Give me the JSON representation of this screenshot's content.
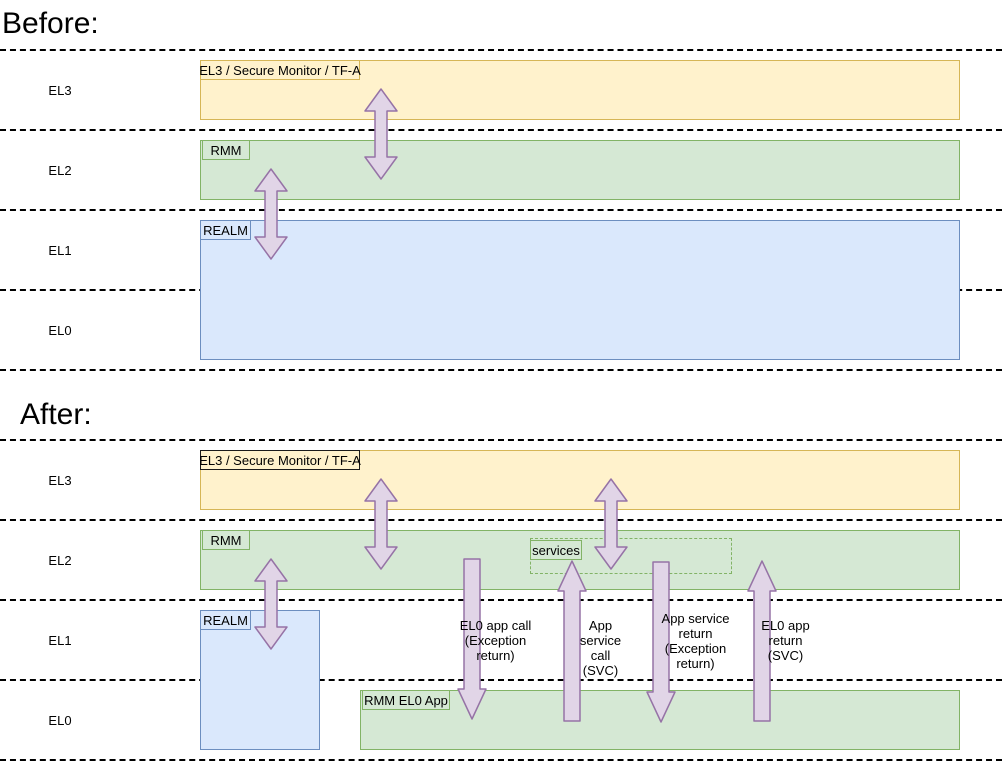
{
  "diagram": {
    "type": "layered-architecture",
    "title_before": "Before:",
    "title_after": "After:",
    "exception_levels": [
      "EL3",
      "EL2",
      "EL1",
      "EL0"
    ],
    "colors": {
      "el3_fill": "#fff2cc",
      "el3_stroke": "#d6b656",
      "el2_fill": "#d5e8d4",
      "el2_stroke": "#82b366",
      "el1_fill": "#dae8fc",
      "el1_stroke": "#6c8ebf",
      "arrow_fill": "#e1d5e7",
      "arrow_stroke": "#9673a6",
      "separator": "#000000"
    }
  },
  "before": {
    "title": "Before:",
    "levels": [
      {
        "name": "EL3",
        "label": "EL3"
      },
      {
        "name": "EL2",
        "label": "EL2"
      },
      {
        "name": "EL1",
        "label": "EL1"
      },
      {
        "name": "EL0",
        "label": "EL0"
      }
    ],
    "boxes": [
      {
        "id": "el3-box",
        "tag": "EL3 / Secure Monitor / TF-A",
        "color": "yellow"
      },
      {
        "id": "rmm-box",
        "tag": "RMM",
        "color": "green"
      },
      {
        "id": "realm-box",
        "tag": "REALM",
        "color": "blue"
      }
    ],
    "arrows": [
      {
        "id": "el3-el2-arrow",
        "direction": "double-vertical",
        "label": ""
      },
      {
        "id": "el2-el1-arrow",
        "direction": "double-vertical",
        "label": ""
      }
    ]
  },
  "after": {
    "title": "After:",
    "levels": [
      {
        "name": "EL3",
        "label": "EL3"
      },
      {
        "name": "EL2",
        "label": "EL2"
      },
      {
        "name": "EL1",
        "label": "EL1"
      },
      {
        "name": "EL0",
        "label": "EL0"
      }
    ],
    "boxes": [
      {
        "id": "el3-box",
        "tag": "EL3 / Secure Monitor / TF-A",
        "color": "yellow"
      },
      {
        "id": "rmm-box",
        "tag": "RMM",
        "color": "green"
      },
      {
        "id": "services-box",
        "tag": "services",
        "color": "green-dashed"
      },
      {
        "id": "realm-box",
        "tag": "REALM",
        "color": "blue"
      },
      {
        "id": "rmm-el0-app-box",
        "tag": "RMM EL0 App",
        "color": "green"
      }
    ],
    "arrows": [
      {
        "id": "el3-el2-arrow",
        "direction": "double-vertical",
        "label": ""
      },
      {
        "id": "el2-el1-arrow",
        "direction": "double-vertical",
        "label": ""
      },
      {
        "id": "el3-services-arrow",
        "direction": "double-vertical",
        "label": ""
      },
      {
        "id": "el0-app-call-arrow",
        "direction": "down",
        "label": "EL0 app call\n(Exception\nreturn)"
      },
      {
        "id": "app-service-call-arrow",
        "direction": "up",
        "label": "App\nservice\ncall (SVC)"
      },
      {
        "id": "app-service-return-arrow",
        "direction": "down",
        "label": "App service\nreturn\n(Exception\nreturn)"
      },
      {
        "id": "el0-app-return-arrow",
        "direction": "up",
        "label": "EL0 app\nreturn\n(SVC)"
      }
    ]
  }
}
